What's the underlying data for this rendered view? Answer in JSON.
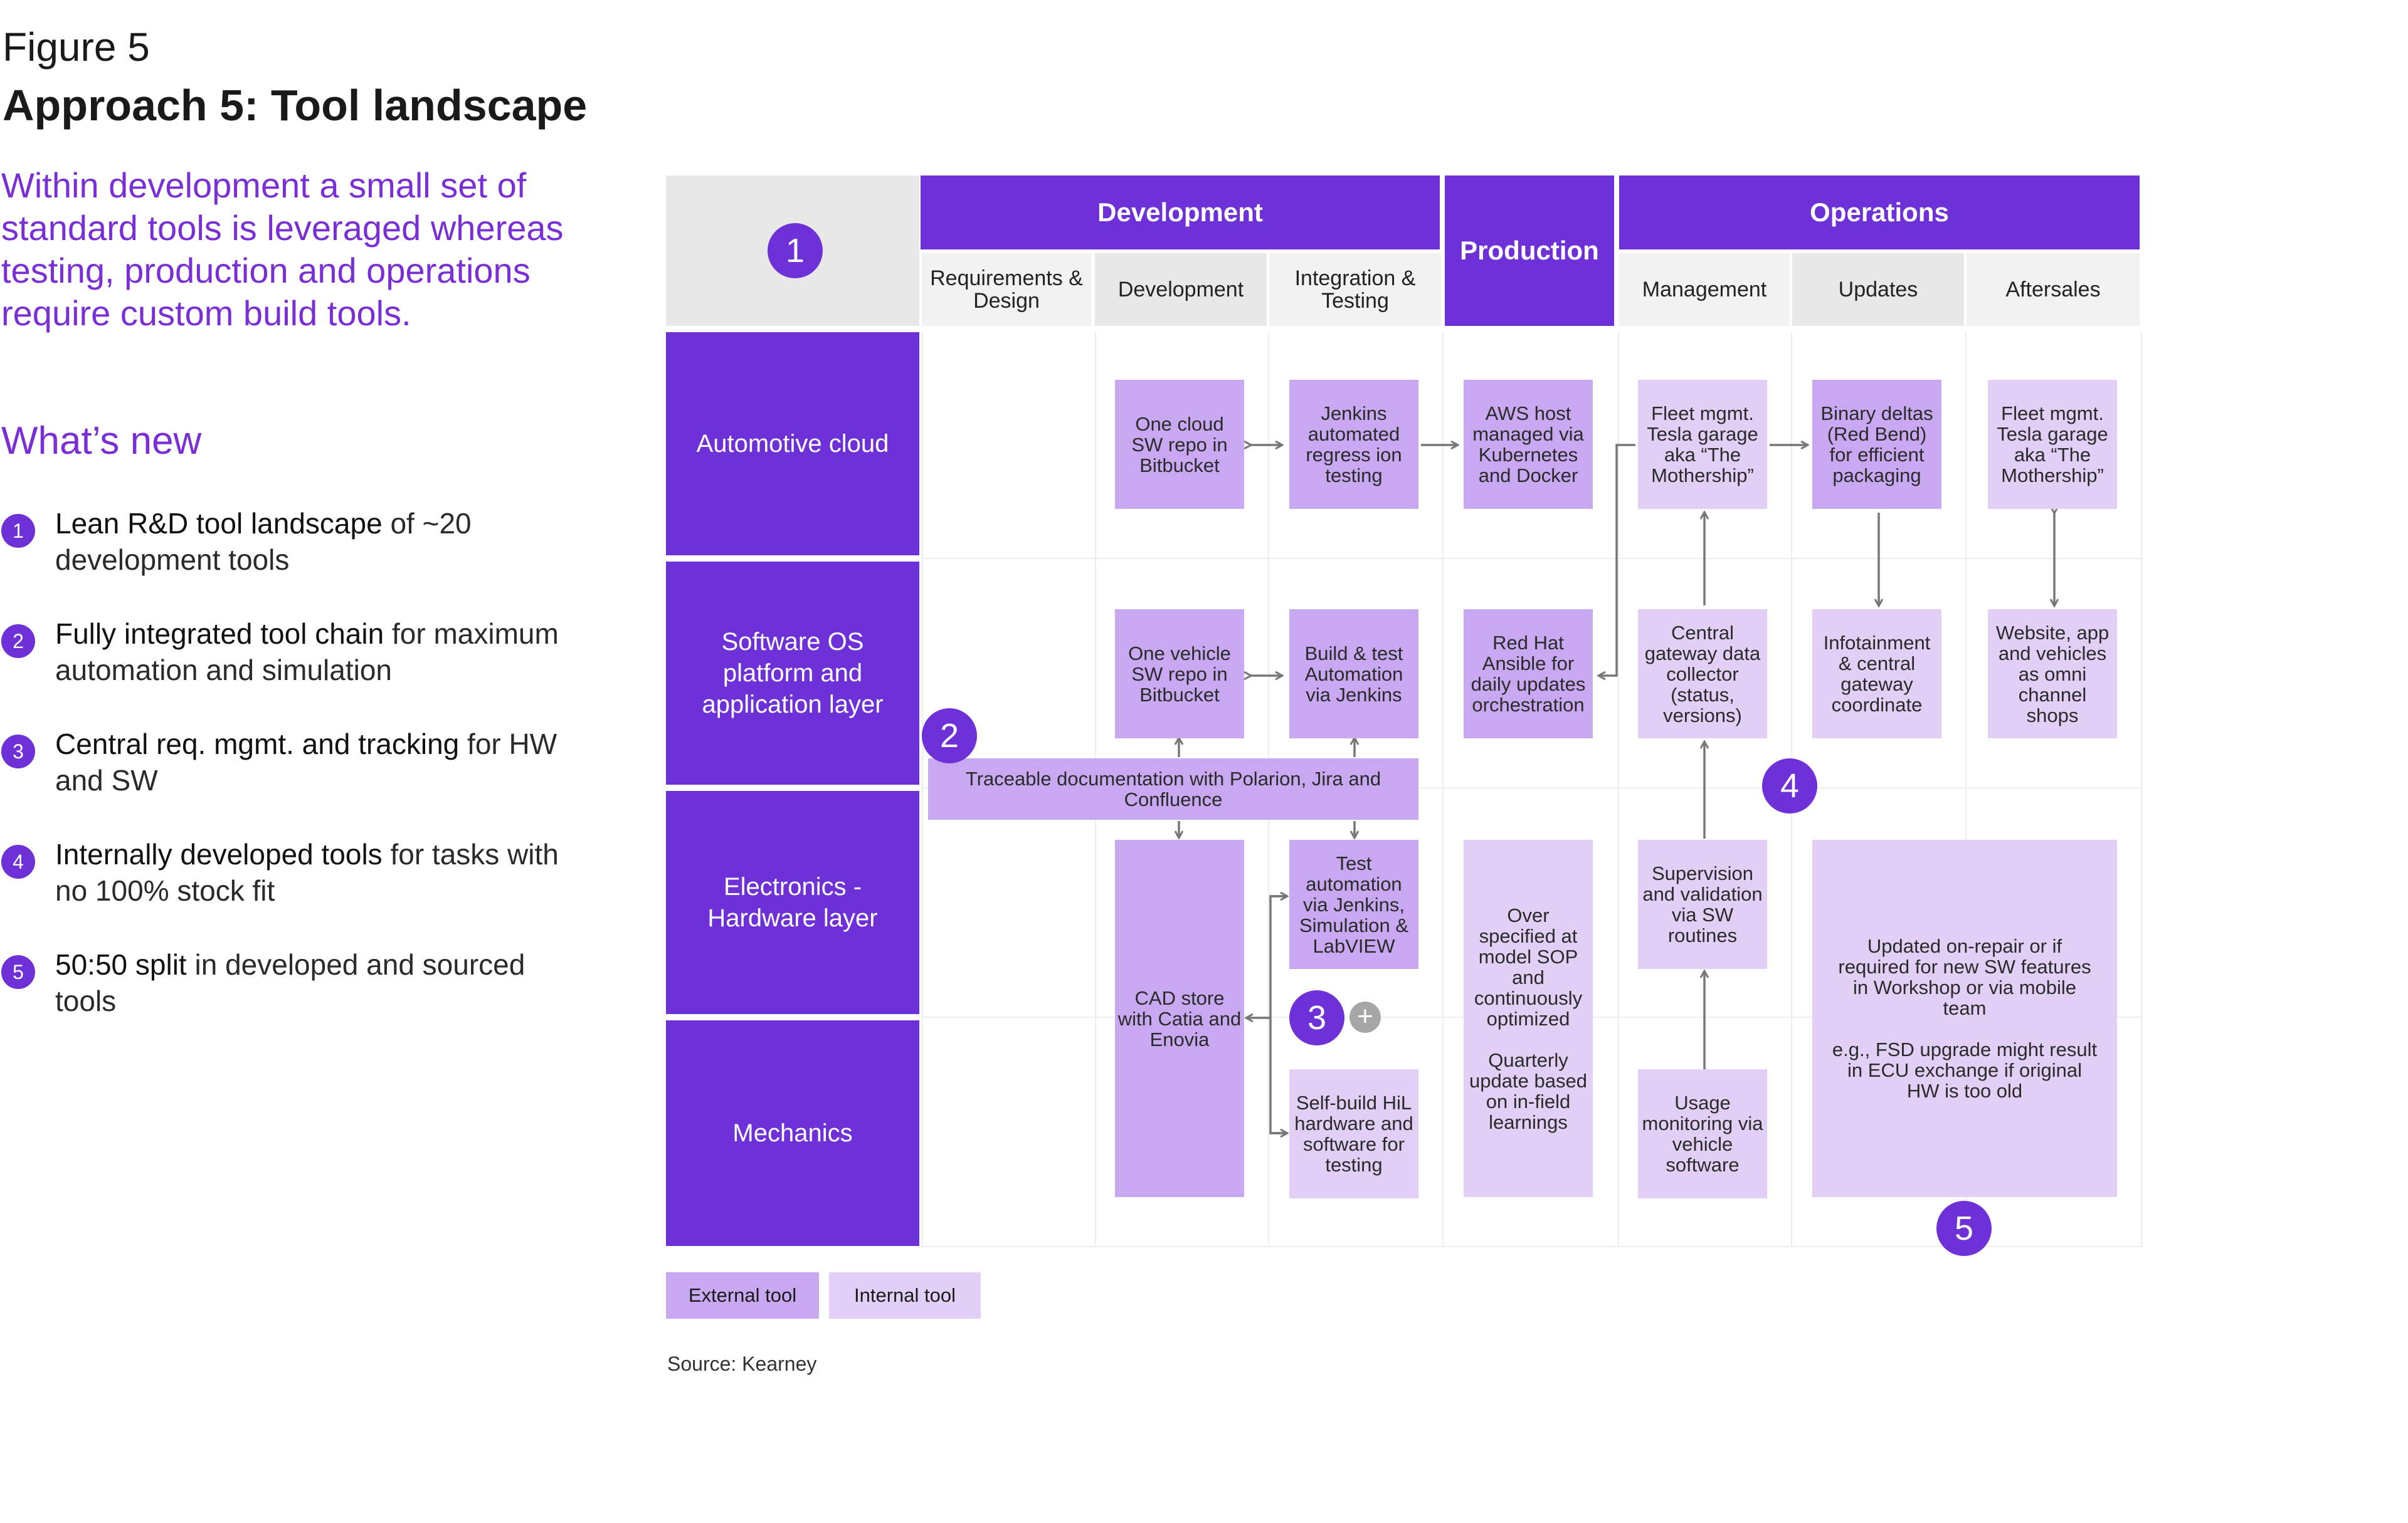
{
  "figure_label": "Figure 5",
  "title": "Approach 5: Tool landscape",
  "intro": "Within development a small set of standard tools is leveraged whereas testing, production and operations require custom build tools.",
  "whats_new": {
    "heading": "What’s new",
    "items": [
      {
        "num": "1",
        "strong": "Lean R&D tool landscape",
        "rest": " of ~20 development tools"
      },
      {
        "num": "2",
        "strong": "Fully integrated tool chain",
        "rest": " for maximum automation and simulation"
      },
      {
        "num": "3",
        "strong": "Central req. mgmt. and tracking",
        "rest": " for HW and SW"
      },
      {
        "num": "4",
        "strong": "Internally developed tools",
        "rest": " for tasks with no 100% stock fit"
      },
      {
        "num": "5",
        "strong": "50:50 split",
        "rest": " in developed and sourced tools"
      }
    ]
  },
  "diagram": {
    "corner_badge": "1",
    "phases": {
      "development": "Development",
      "production": "Production",
      "operations": "Operations"
    },
    "subphases": {
      "req_design": "Requirements & Design",
      "development": "Development",
      "integration_testing": "Integration & Testing",
      "management": "Management",
      "updates": "Updates",
      "aftersales": "Aftersales"
    },
    "rows": {
      "automotive_cloud": "Automotive cloud",
      "software_os": "Software OS platform and application layer",
      "electronics": "Electronics - Hardware layer",
      "mechanics": "Mechanics"
    },
    "tools": {
      "cloud_repo": "One cloud SW repo in Bitbucket",
      "jenkins_regression": "Jenkins automated regress ion testing",
      "aws_host": "AWS host managed via Kubernetes and Docker",
      "fleet_mgmt_mgmt": "Fleet mgmt. Tesla garage aka “The Mothership”",
      "binary_deltas": "Binary deltas (Red Bend) for efficient packaging",
      "fleet_mgmt_aftersales": "Fleet mgmt. Tesla garage aka “The Mothership”",
      "vehicle_repo": "One vehicle SW repo in Bitbucket",
      "build_test": "Build & test Automation via Jenkins",
      "red_hat": "Red Hat Ansible for daily updates orchestration",
      "central_gateway": "Central gateway data collector (status, versions)",
      "infotainment": "Infotainment & central gateway coordinate",
      "website_app": "Website, app and vehicles as omni channel shops",
      "traceable_docs": "Traceable documentation with Polarion, Jira and Confluence",
      "cad_store": "CAD store with Catia and Enovia",
      "test_automation": "Test automation via Jenkins, Simulation & LabVIEW",
      "hil": "Self-build HiL hardware and software for testing",
      "over_specified": "Over specified at model SOP and continuously optimized\n\nQuarterly update based on in-field learnings",
      "supervision": "Supervision and validation via SW routines",
      "usage_monitoring": "Usage monitoring via vehicle software",
      "updated_on_repair": "Updated on-repair or if required for new SW features in Workshop or via mobile team\n\ne.g., FSD upgrade might result in ECU exchange if original HW is too old"
    },
    "badges": {
      "two": "2",
      "three": "3",
      "four": "4",
      "five": "5",
      "plus": "+"
    }
  },
  "legend": {
    "external": "External tool",
    "internal": "Internal tool"
  },
  "colors": {
    "accent": "#6e31d8",
    "external_tool": "#c8a8f0",
    "internal_tool": "#e2cff6",
    "intro_text": "#7a2fd6"
  },
  "source": "Source: Kearney"
}
